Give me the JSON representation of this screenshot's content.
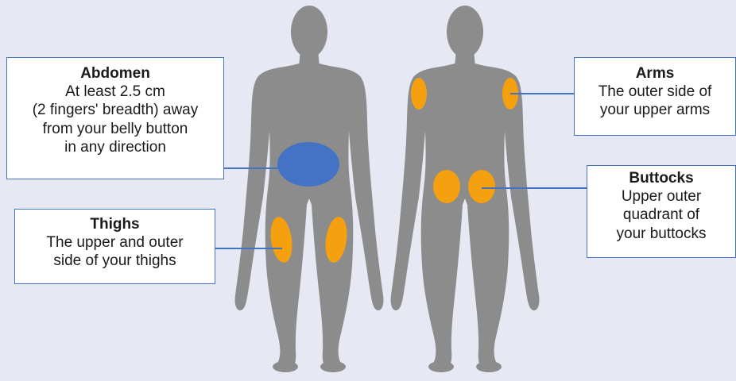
{
  "colors": {
    "background": "#e6e9f3",
    "silhouette": "#8c8c8c",
    "abdomen_zone": "#4472c4",
    "site_zone": "#f5a00f",
    "connector": "#4472c4"
  },
  "icons": [
    "front-body-silhouette",
    "back-body-silhouette"
  ],
  "callouts": {
    "abdomen": {
      "title": "Abdomen",
      "text": "At least 2.5 cm\n(2 fingers' breadth) away\nfrom your belly button\nin any direction"
    },
    "thighs": {
      "title": "Thighs",
      "text": "The upper and outer\nside of your thighs"
    },
    "arms": {
      "title": "Arms",
      "text": "The outer side of\nyour upper arms"
    },
    "buttocks": {
      "title": "Buttocks",
      "text": "Upper outer\nquadrant of\nyour buttocks"
    }
  }
}
